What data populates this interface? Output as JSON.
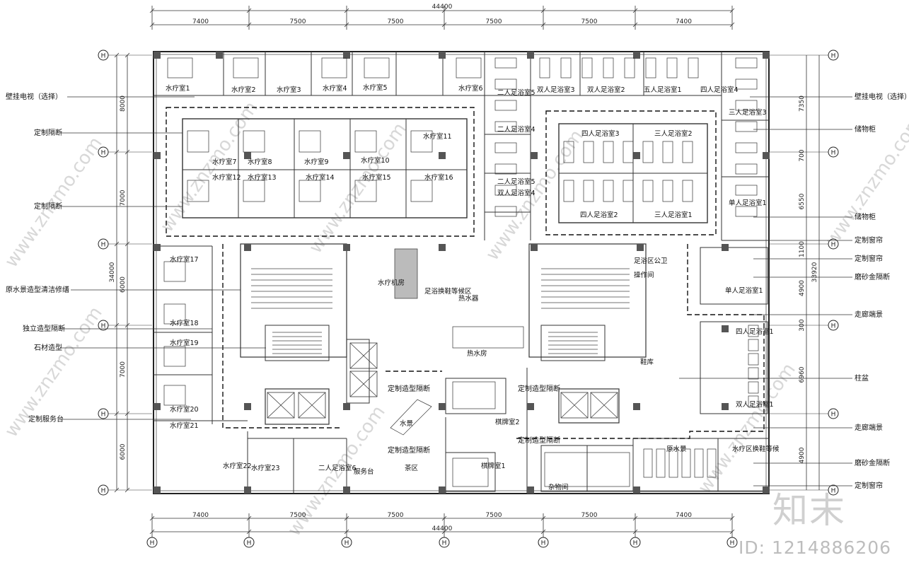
{
  "dims_top": {
    "total": "44400",
    "segments": [
      "7400",
      "7500",
      "7500",
      "7500",
      "7500",
      "7400"
    ]
  },
  "dims_bottom": {
    "total": "44400",
    "segments": [
      "7400",
      "7500",
      "7500",
      "7500",
      "7500",
      "7400"
    ]
  },
  "dims_left": {
    "total": "34000",
    "segments": [
      "8000",
      "7000",
      "6000",
      "7000",
      "6000"
    ]
  },
  "dims_right": {
    "total": "33920",
    "segments": [
      "7350",
      "700",
      "6550",
      "1100",
      "4900",
      "300",
      "6960",
      "4900"
    ]
  },
  "grid_left": [
    "H",
    "H",
    "H",
    "H",
    "H",
    "H"
  ],
  "grid_bottom": [
    "H",
    "H",
    "H",
    "H",
    "H",
    "H",
    "H"
  ],
  "callouts_left": [
    "壁挂电视（选择）",
    "定制隔断",
    "定制隔断",
    "原水景造型清洁修缮",
    "独立造型隔断",
    "石材造型",
    "定制服务台"
  ],
  "callouts_right": [
    "壁挂电视（选择）",
    "储物柜",
    "储物柜",
    "定制窗帘",
    "定制窗帘",
    "磨砂金隔断",
    "走廊端景",
    "柱盆",
    "走廊端景",
    "磨砂金隔断",
    "定制窗帘"
  ],
  "inner_labels": [
    "定制造型隔断",
    "定制造型隔断",
    "定制造型隔断",
    "定制造型隔断"
  ],
  "rooms": [
    "水疗室1",
    "水疗室2",
    "水疗室3",
    "水疗室4",
    "水疗室5",
    "水疗室6",
    "水疗室7",
    "水疗室8",
    "水疗室9",
    "水疗室10",
    "水疗室11",
    "水疗室12",
    "水疗室13",
    "水疗室14",
    "水疗室15",
    "水疗室16",
    "水疗室17",
    "水疗室18",
    "水疗室19",
    "水疗室20",
    "水疗室21",
    "水疗室22",
    "水疗室23",
    "二人足浴室6",
    "二人足浴室5",
    "二人足浴室4",
    "二人足浴室5",
    "双人足浴室4",
    "双人足浴室3",
    "双人足浴室2",
    "五人足浴室1",
    "四人足浴室4",
    "三人足浴室3",
    "四人足浴室3",
    "三人足浴室2",
    "四人足浴室2",
    "三人足浴室1",
    "单人足浴室1",
    "单人足浴室1",
    "四人足浴室1",
    "双人足浴室1",
    "原水景",
    "水疗区换鞋等候",
    "水疗机房",
    "足浴换鞋等候区",
    "热水器",
    "热水房",
    "足浴区公卫",
    "操作间",
    "鞋库",
    "服务台",
    "茶区",
    "水景",
    "棋牌室1",
    "棋牌室2",
    "杂物间"
  ],
  "watermark": "www.znzmo.com",
  "brand": "知末",
  "image_id": "ID: 1214886206"
}
